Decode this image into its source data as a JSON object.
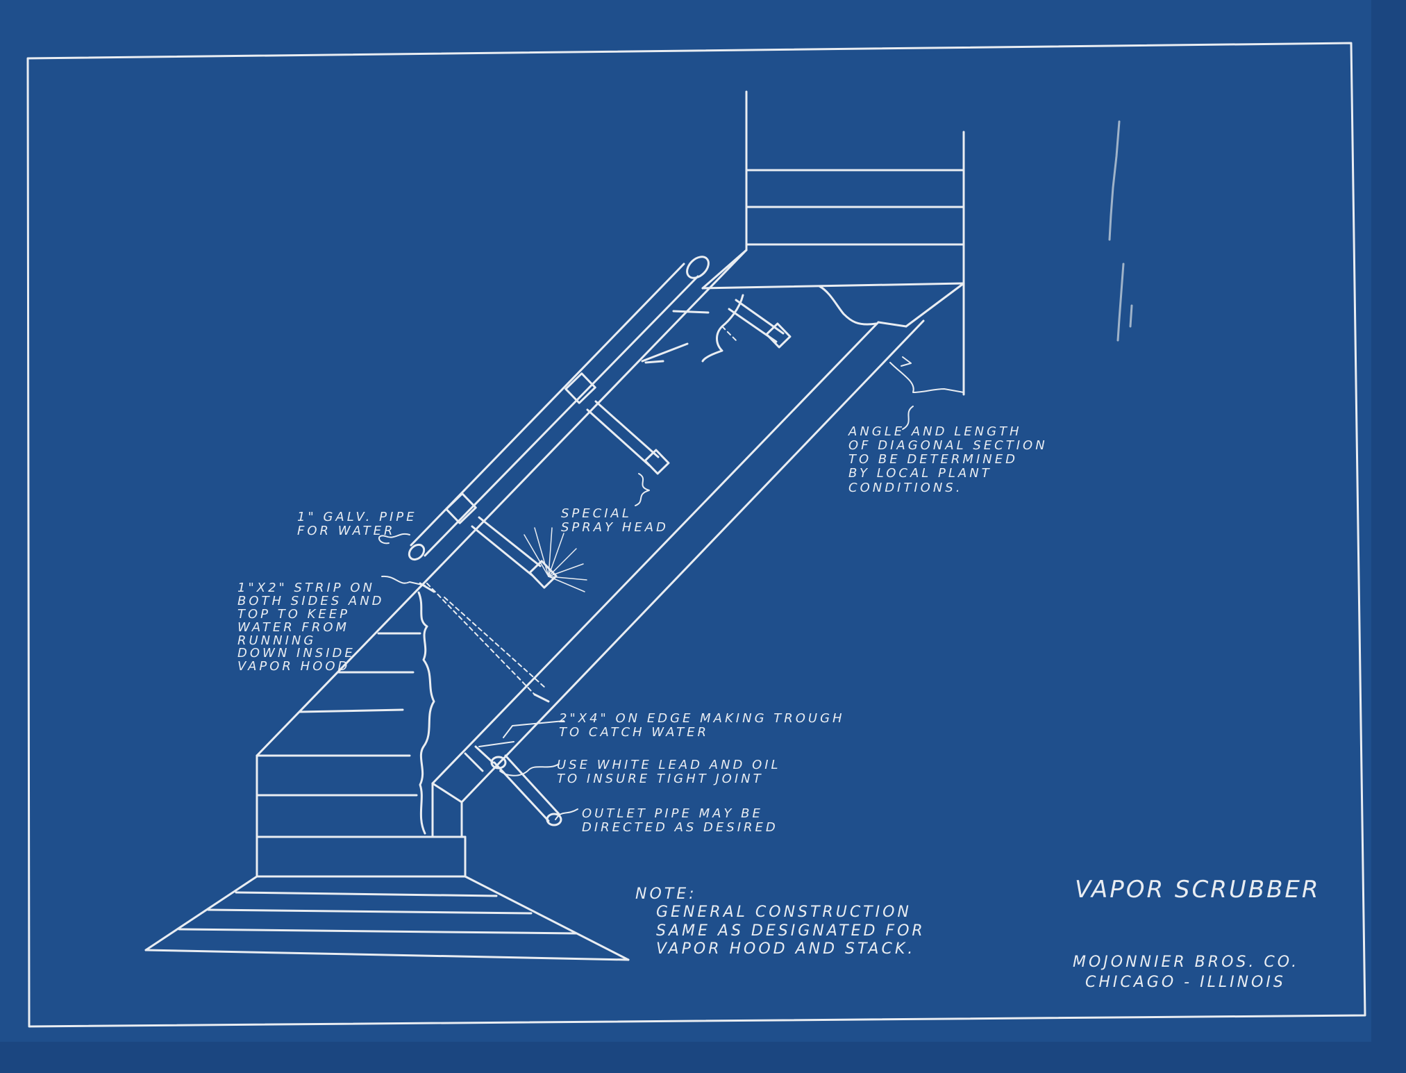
{
  "sheet": {
    "colors": {
      "paper": "#1f4f8c",
      "paper_dark": "#1b4680",
      "ink": "#e9edf2"
    },
    "title": "Vapor Scrubber",
    "company": [
      "Mojonnier Bros. Co.",
      "Chicago - Illinois"
    ],
    "note": {
      "heading": "Note:",
      "lines": [
        "General Construction",
        "Same as Designated for",
        "Vapor Hood and Stack."
      ]
    }
  },
  "callouts": {
    "angle": [
      "Angle and Length",
      "of Diagonal Section",
      "To Be Determined",
      "By Local Plant",
      "Conditions."
    ],
    "spray": [
      "Special",
      "Spray Head"
    ],
    "pipe": [
      "1\" Galv. Pipe",
      "for Water"
    ],
    "strip": [
      "1\"x2\" Strip on",
      "Both Sides and",
      "Top to Keep",
      "Water From",
      "Running",
      "Down Inside",
      "Vapor Hood"
    ],
    "trough": [
      "2\"x4\" on Edge Making Trough",
      "To Catch Water"
    ],
    "lead": [
      "Use White Lead and Oil",
      "To Insure Tight Joint"
    ],
    "outlet": [
      "Outlet Pipe May Be",
      "Directed as Desired"
    ]
  }
}
